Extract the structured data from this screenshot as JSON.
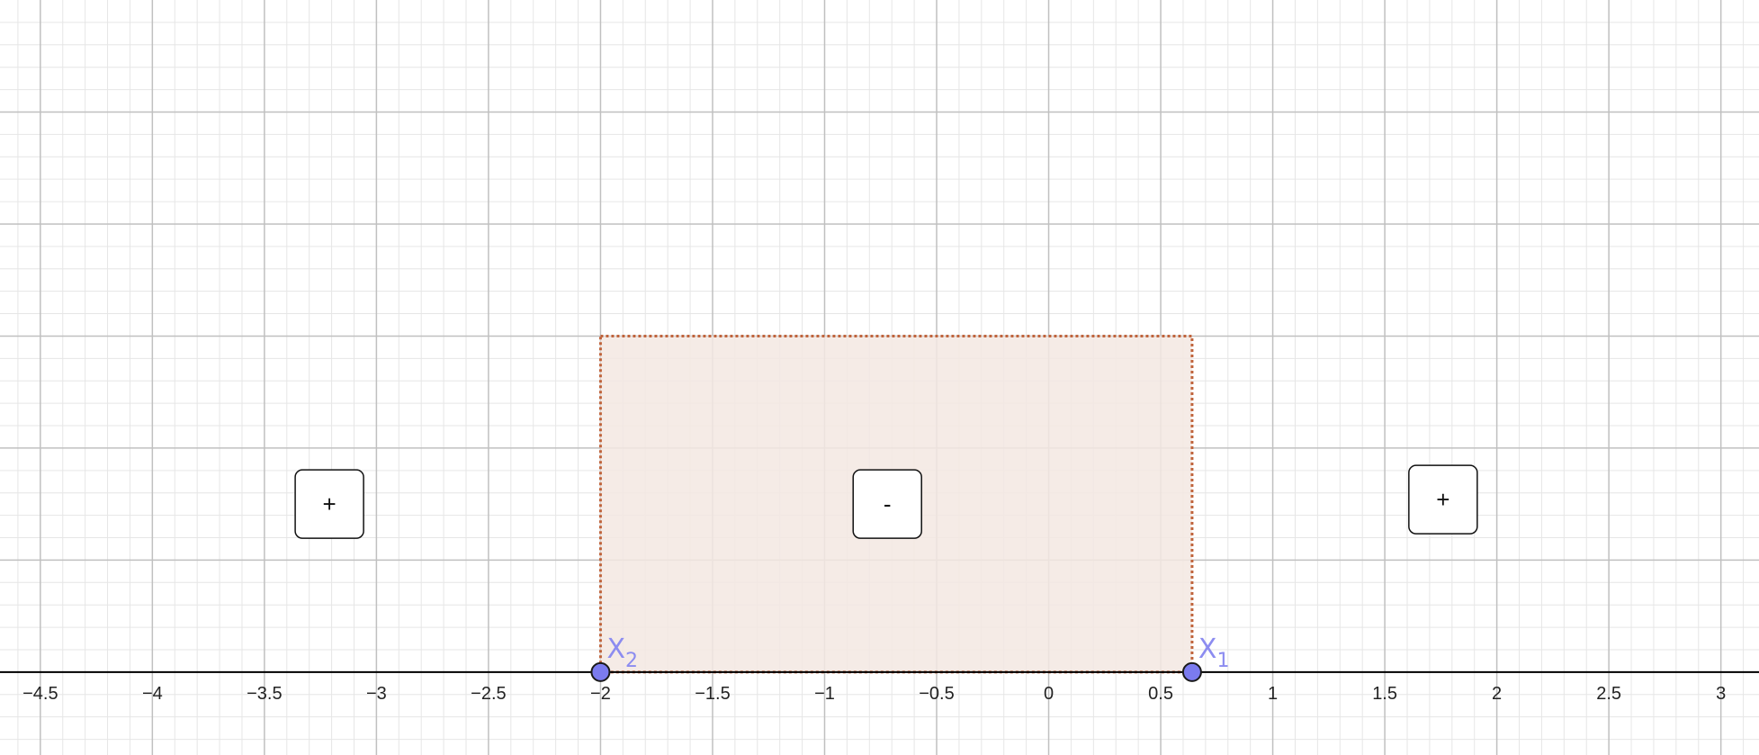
{
  "view": {
    "x_range": [
      -4.68,
      3.17
    ],
    "y_range": [
      -0.37,
      3.0
    ],
    "grid": true,
    "minor_grid_divisions": 5
  },
  "axis": {
    "tick_values": [
      -4.5,
      -4,
      -3.5,
      -3,
      -2.5,
      -2,
      -1.5,
      -1,
      -0.5,
      0,
      0.5,
      1,
      1.5,
      2,
      2.5,
      3
    ],
    "tick_labels": [
      "−4.5",
      "−4",
      "−3.5",
      "−3",
      "−2.5",
      "−2",
      "−1.5",
      "−1",
      "−0.5",
      "0",
      "0.5",
      "1",
      "1.5",
      "2",
      "2.5",
      "3"
    ]
  },
  "colors": {
    "grid_major": "#c0c0c0",
    "grid_minor": "#e6e6e6",
    "axis": "#000000",
    "region_fill": "#f3e8e2",
    "region_border": "#c0643c",
    "point_fill": "#7b7bef",
    "point_label": "#8c8cf0"
  },
  "region": {
    "x_from": -2,
    "x_to": 0.64,
    "y_from": 0,
    "y_to": 1.5
  },
  "points": [
    {
      "name": "X",
      "subscript": "2",
      "x": -2,
      "y": 0
    },
    {
      "name": "X",
      "subscript": "1",
      "x": 0.64,
      "y": 0
    }
  ],
  "sign_boxes": [
    {
      "label": "+",
      "x": -3.21,
      "y": 0.75
    },
    {
      "label": "-",
      "x": -0.72,
      "y": 0.75
    },
    {
      "label": "+",
      "x": 1.76,
      "y": 0.77
    }
  ]
}
